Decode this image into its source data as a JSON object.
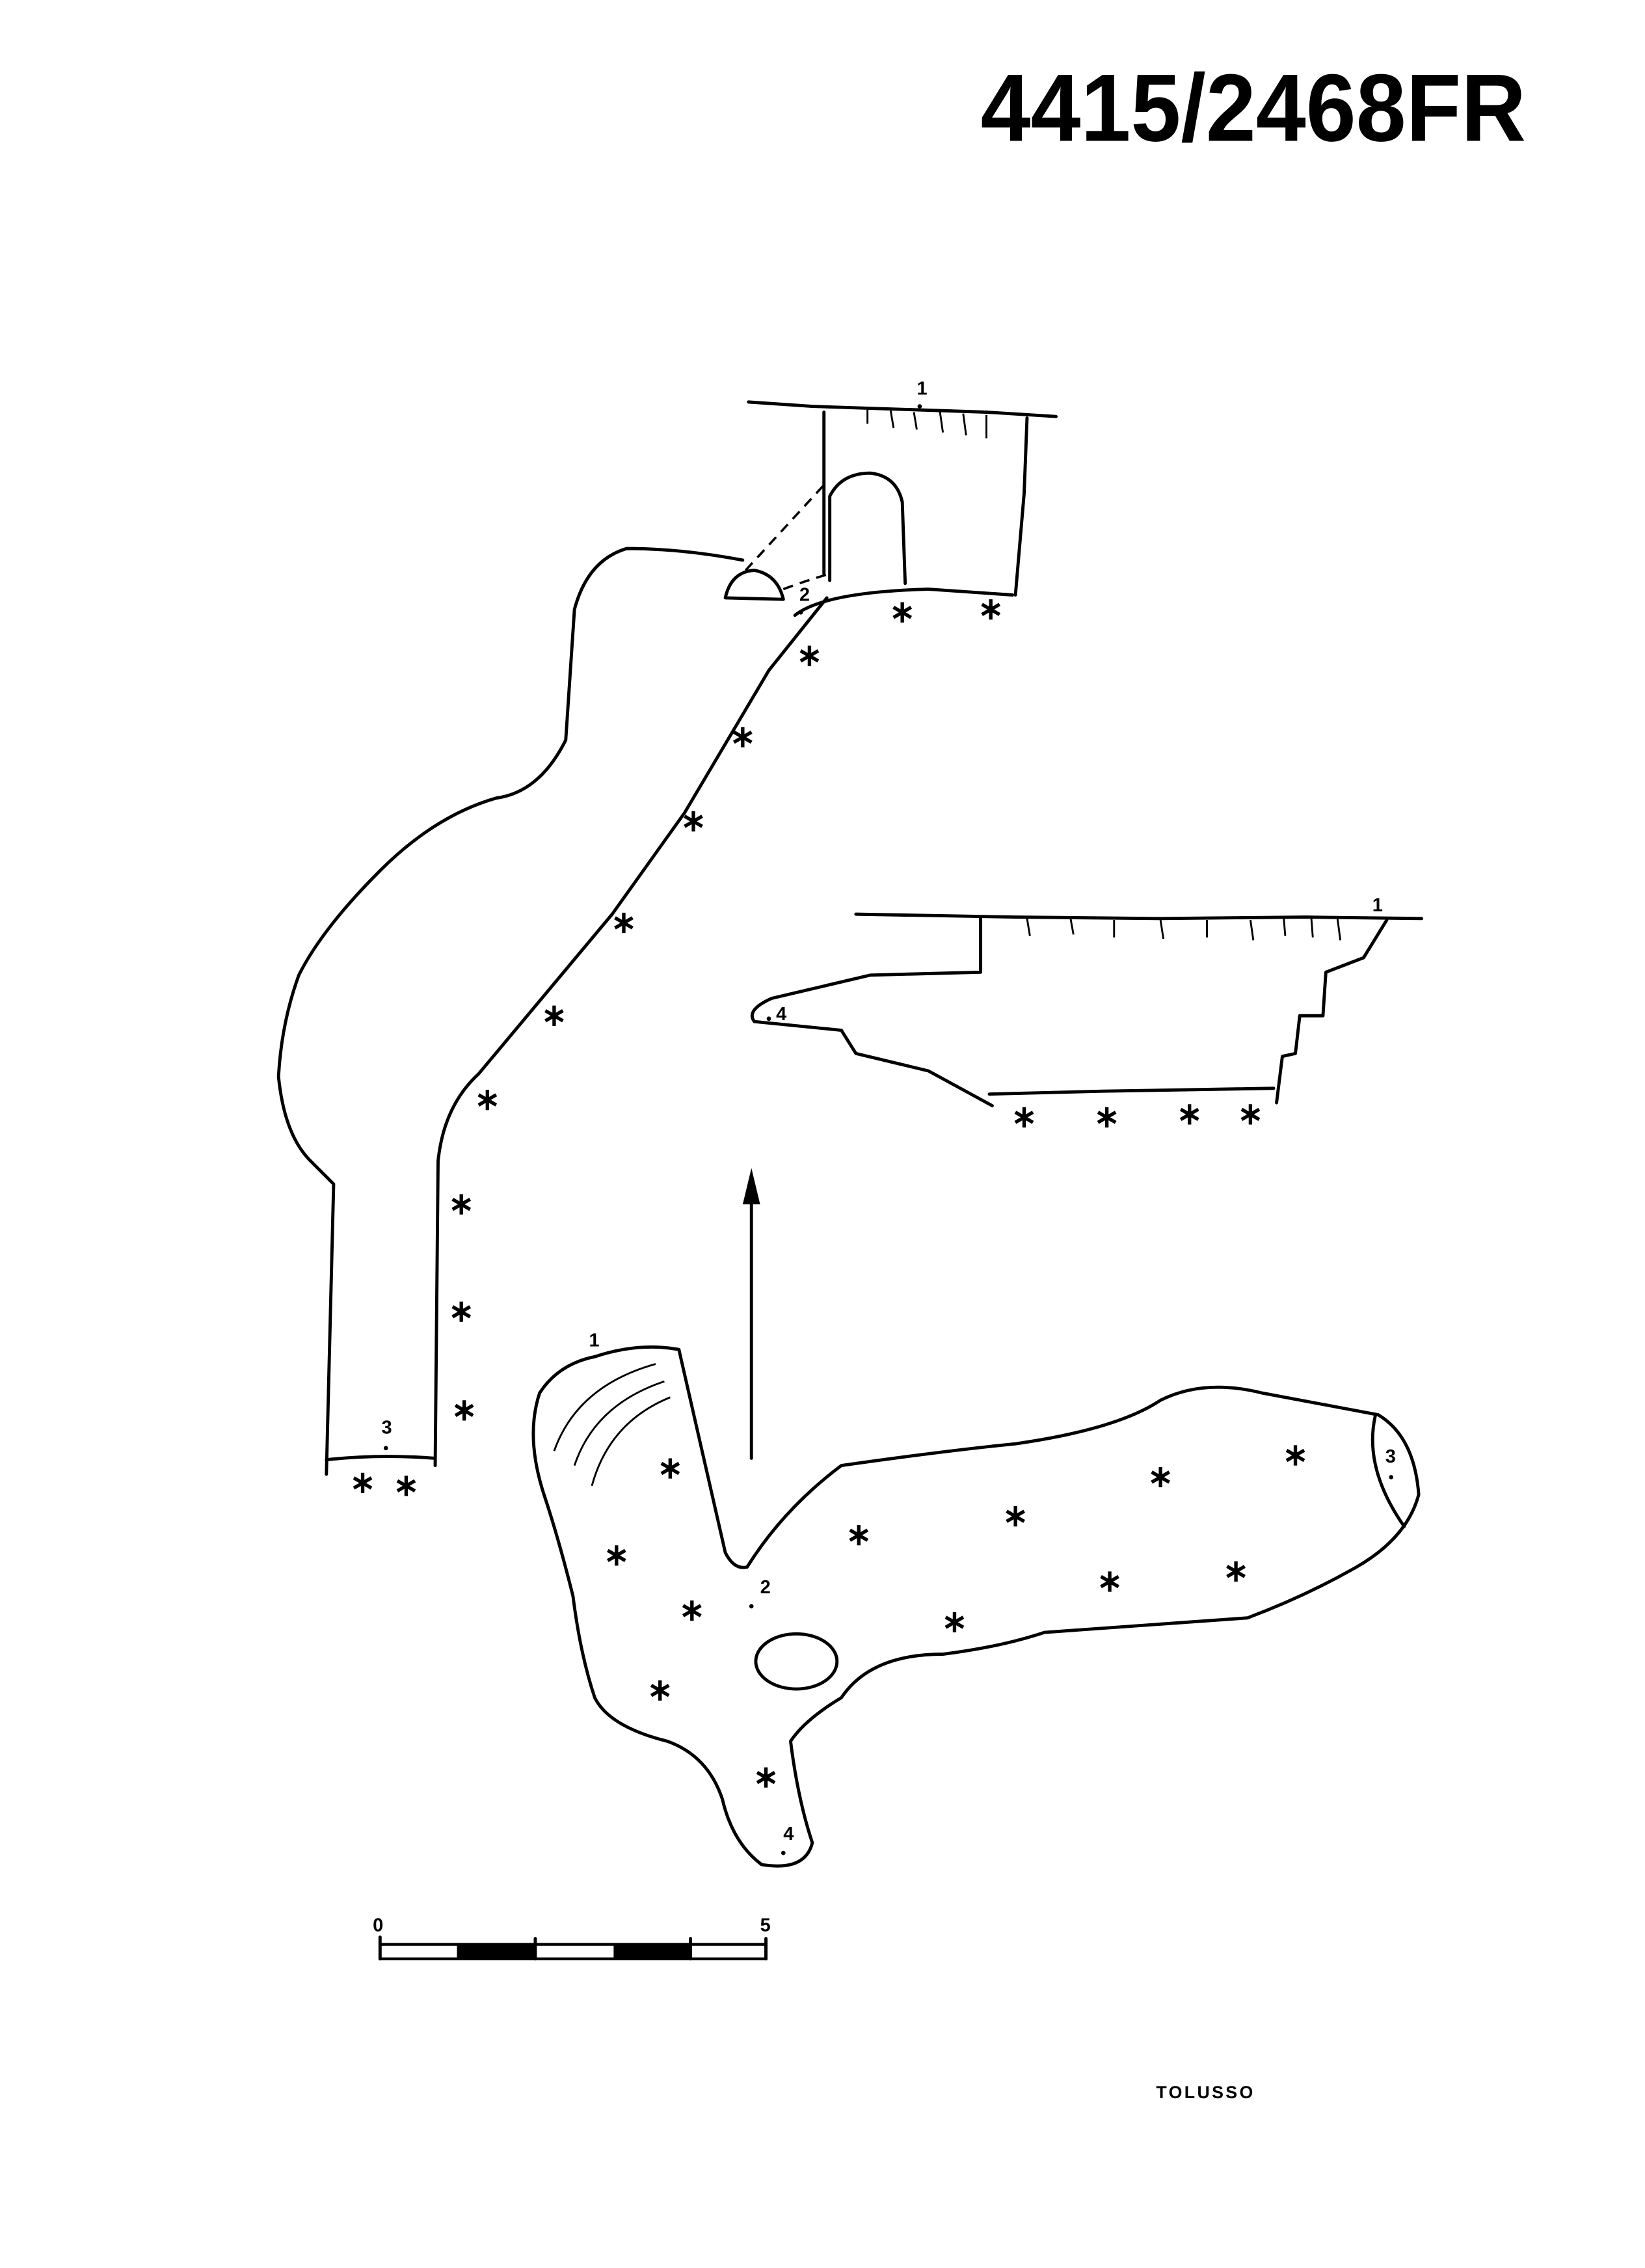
{
  "title": "4415/2468FR",
  "author": "TOLUSSO",
  "scale_bar": {
    "start_label": "0",
    "end_label": "5",
    "segments": 5
  },
  "profile": {
    "station_labels": [
      "1",
      "2",
      "3"
    ]
  },
  "cross_section": {
    "station_labels": [
      "1",
      "4"
    ]
  },
  "plan": {
    "station_labels": [
      "1",
      "2",
      "3",
      "4"
    ]
  },
  "north_arrow": "north-arrow"
}
